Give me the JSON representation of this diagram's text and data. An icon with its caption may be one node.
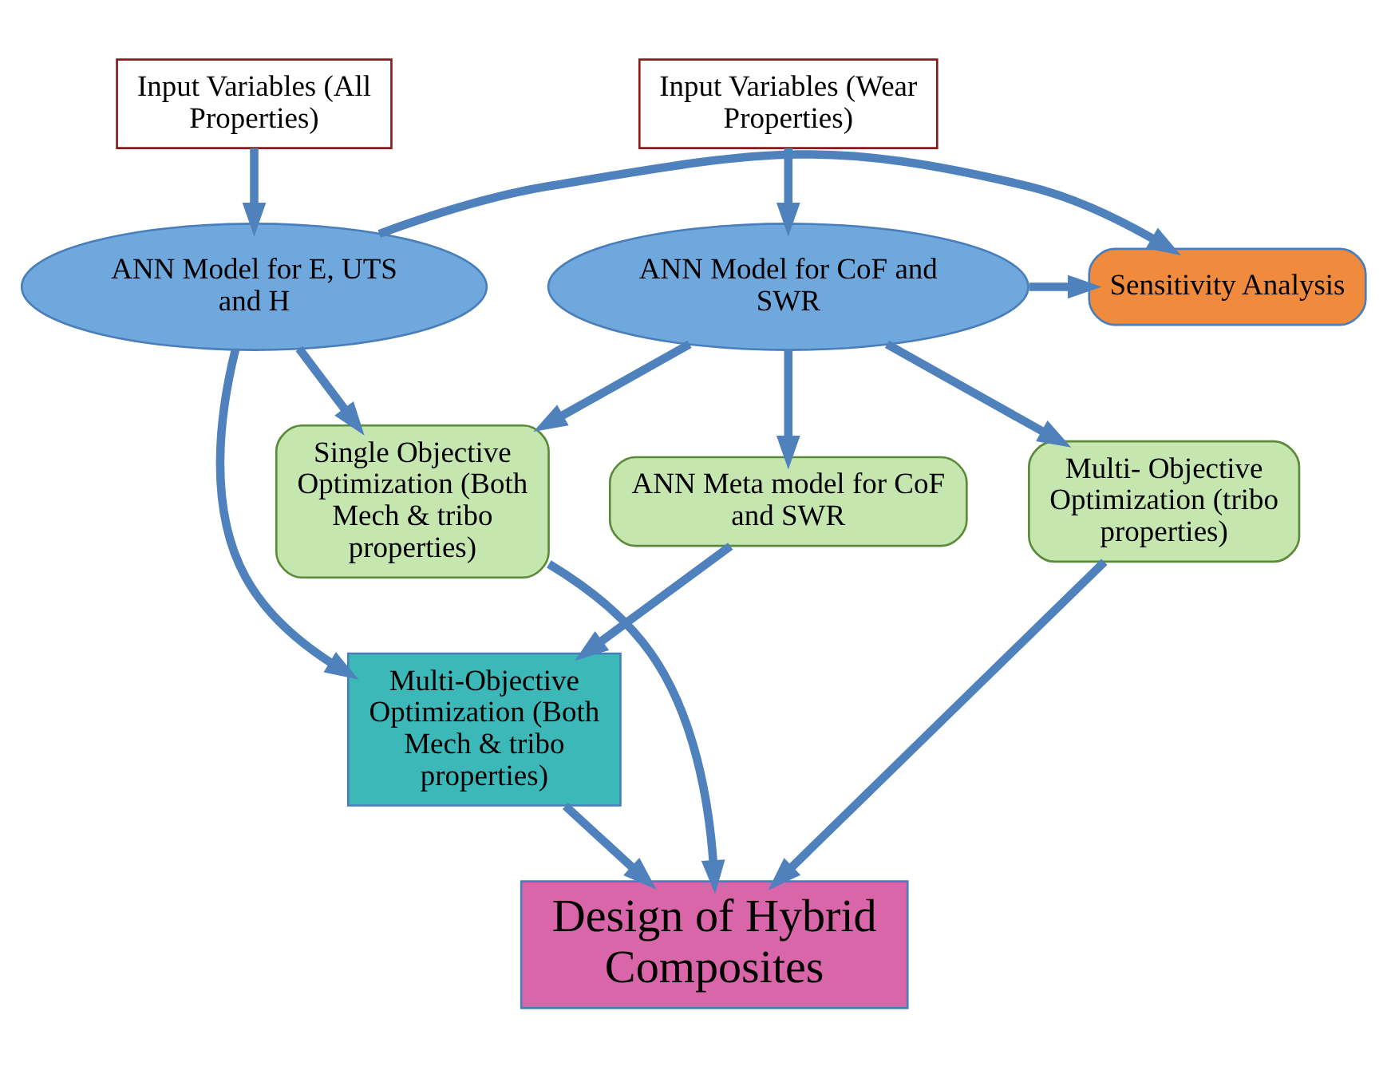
{
  "diagram": {
    "nodes": [
      {
        "text": [
          "Input Variables (All Properties)"
        ]
      },
      {
        "text": [
          "Input Variables (Wear Properties)"
        ]
      },
      {
        "text": [
          "ANN Model for E, UTS and H"
        ]
      },
      {
        "text": [
          "Sensitivity Analysis"
        ]
      },
      {
        "text": [
          "ANN Model for CoF and SWR"
        ]
      },
      {
        "text": [
          "Single Objective Optimization (Both Mech & tribo properties)"
        ]
      },
      {
        "text": [
          "Multi- Objective Optimization (tribo properties)"
        ]
      },
      {
        "text": [
          "ANN Meta model for CoF and SWR"
        ]
      },
      {
        "text": [
          "Multi-Objective Optimization (Both Mech & tribo properties)"
        ]
      },
      {
        "text": [
          "Design of Hybrid Composites"
        ]
      }
    ],
    "edges": [
      {
        "from": 0,
        "to": 2,
        "arrow": "to"
      },
      {
        "from": 1,
        "to": 4,
        "arrow": "to"
      },
      {
        "from": 2,
        "to": 3,
        "arrow": "to"
      },
      {
        "from": 4,
        "to": 3,
        "arrow": "to"
      },
      {
        "from": 2,
        "to": 5,
        "arrow": "to"
      },
      {
        "from": 4,
        "to": 5,
        "arrow": "to"
      },
      {
        "from": 4,
        "to": 6,
        "arrow": "to"
      },
      {
        "from": 4,
        "to": 7,
        "arrow": "to"
      },
      {
        "from": 2,
        "to": 8,
        "arrow": "to"
      },
      {
        "from": 7,
        "to": 8,
        "arrow": "to"
      },
      {
        "from": 5,
        "to": 9,
        "arrow": "to"
      },
      {
        "from": 8,
        "to": 9,
        "arrow": "to"
      },
      {
        "from": 6,
        "to": 9,
        "arrow": "to"
      }
    ]
  }
}
